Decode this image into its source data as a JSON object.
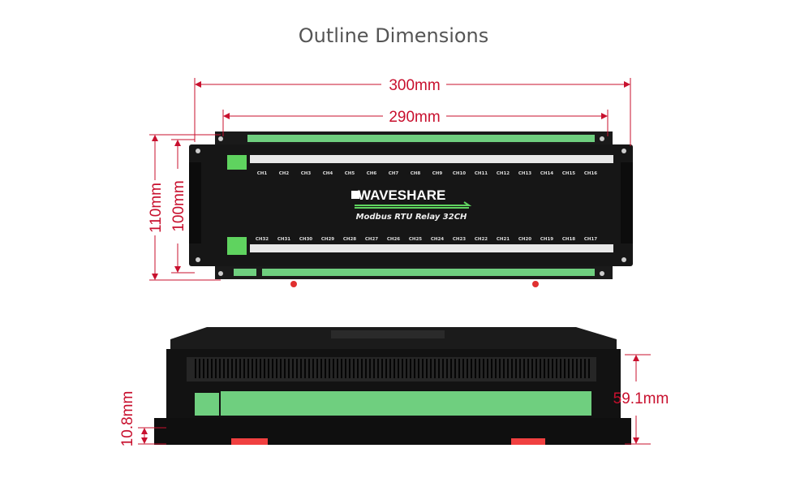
{
  "title": "Outline Dimensions",
  "dimensions": {
    "width_outer": "300mm",
    "width_inner": "290mm",
    "height_outer": "110mm",
    "height_inner": "100mm",
    "depth": "59.1mm",
    "rail_height": "10.8mm"
  },
  "device": {
    "brand": "WAVESHARE",
    "model": "Modbus RTU Relay 32CH",
    "top_channels": [
      "CH1",
      "CH2",
      "CH3",
      "CH4",
      "CH5",
      "CH6",
      "CH7",
      "CH8",
      "CH9",
      "CH10",
      "CH11",
      "CH12",
      "CH13",
      "CH14",
      "CH15",
      "CH16"
    ],
    "bottom_channels": [
      "CH32",
      "CH31",
      "CH30",
      "CH29",
      "CH28",
      "CH27",
      "CH26",
      "CH25",
      "CH24",
      "CH23",
      "CH22",
      "CH21",
      "CH20",
      "CH19",
      "CH18",
      "CH17"
    ]
  },
  "colors": {
    "dimension": "#c8102e",
    "terminal": "#6fcf7f",
    "body": "#141414",
    "accent": "#5fd35f"
  }
}
